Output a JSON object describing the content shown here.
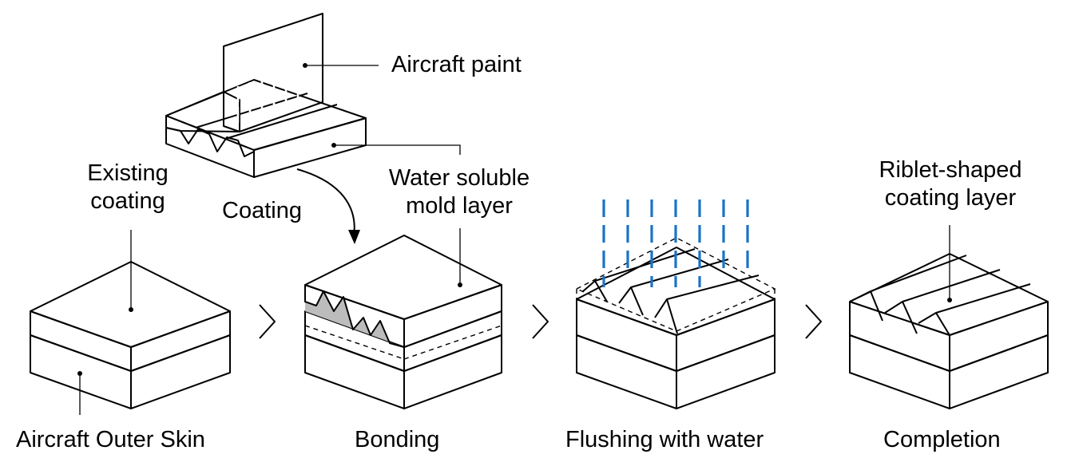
{
  "labels": {
    "existing_coating": "Existing\ncoating",
    "aircraft_outer_skin": "Aircraft Outer Skin",
    "aircraft_paint": "Aircraft paint",
    "coating": "Coating",
    "water_soluble_mold_layer": "Water soluble\nmold layer",
    "bonding": "Bonding",
    "flushing_with_water": "Flushing with water",
    "riblet_shaped_coating_layer": "Riblet-shaped\ncoating layer",
    "completion": "Completion"
  },
  "colors": {
    "coating_dark": "#a0a0a0",
    "coating_mid": "#bcbcbc",
    "mold_light": "#e4e4e4",
    "skin": "#ffffff",
    "water": "#1a73c6",
    "outline": "#000000"
  }
}
